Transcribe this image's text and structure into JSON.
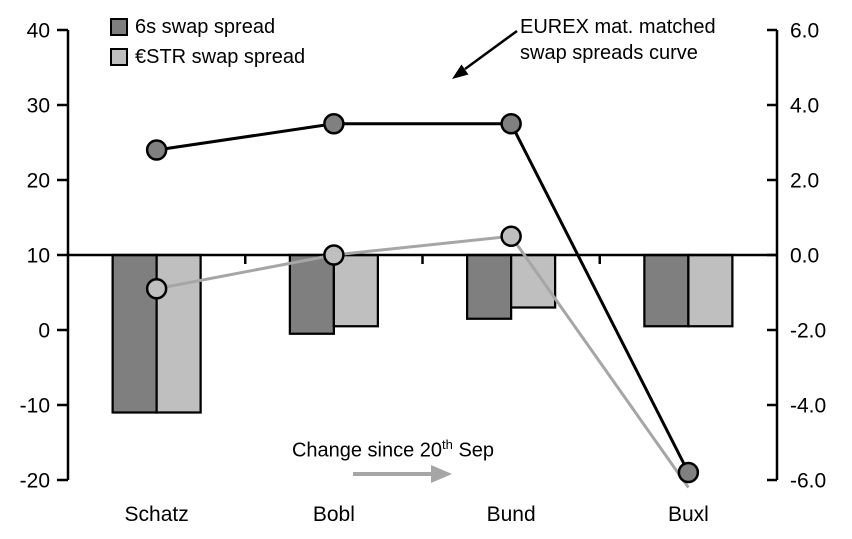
{
  "chart_data": {
    "type": "line",
    "title": "",
    "categories": [
      "Schatz",
      "Bobl",
      "Bund",
      "Buxl"
    ],
    "left_axis": {
      "tick_labels": [
        "40",
        "30",
        "20",
        "10",
        "0",
        "-10",
        "-20"
      ],
      "tick_values": [
        40,
        30,
        20,
        10,
        0,
        -10,
        -20
      ],
      "range": [
        -20,
        40
      ],
      "unit": "bp"
    },
    "right_axis": {
      "tick_labels": [
        "6.0",
        "4.0",
        "2.0",
        "0.0",
        "-2.0",
        "-4.0",
        "-6.0"
      ],
      "tick_values": [
        6,
        4,
        2,
        0,
        -2,
        -4,
        -6
      ],
      "range": [
        -6,
        6
      ],
      "unit": "bp"
    },
    "grid": false,
    "legend_position": "top-left",
    "series": [
      {
        "name": "6s swap spread level (EUREX mat. matched curve)",
        "type": "line",
        "axis": "left",
        "values": [
          24,
          27.5,
          27.5,
          -19
        ],
        "color": "#000000",
        "marker_fill": "#808080",
        "markers": [
          true,
          true,
          true,
          true
        ]
      },
      {
        "name": "€STR swap spread level (EUREX mat. matched curve)",
        "type": "line",
        "axis": "left",
        "values": [
          5.5,
          10,
          12.5,
          -21
        ],
        "color": "#a6a6a6",
        "marker_fill": "#bfbfbf",
        "markers": [
          true,
          true,
          true,
          false
        ]
      },
      {
        "name": "6s swap spread change since 20th Sep",
        "type": "bar",
        "axis": "right",
        "values": [
          -4.2,
          -2.1,
          -1.7,
          -1.9
        ],
        "color": "#7f7f7f"
      },
      {
        "name": "€STR swap spread change since 20th Sep",
        "type": "bar",
        "axis": "right",
        "values": [
          -4.2,
          -1.9,
          -1.4,
          -1.9
        ],
        "color": "#bfbfbf"
      }
    ],
    "legend": [
      {
        "label": "6s swap spread",
        "swatch_color": "#7f7f7f"
      },
      {
        "label": "€STR swap spread",
        "swatch_color": "#bfbfbf"
      }
    ],
    "annotations": {
      "curve_label": {
        "line1": "EUREX mat. matched",
        "line2": "swap spreads curve"
      },
      "change_label": {
        "prefix": "Change since 20",
        "superscript": "th",
        "suffix": " Sep"
      }
    },
    "colors": {
      "dark_series": "#7f7f7f",
      "light_series": "#bfbfbf",
      "black_line": "#000000",
      "gray_line": "#a6a6a6",
      "axis": "#000000",
      "background": "#ffffff"
    }
  }
}
